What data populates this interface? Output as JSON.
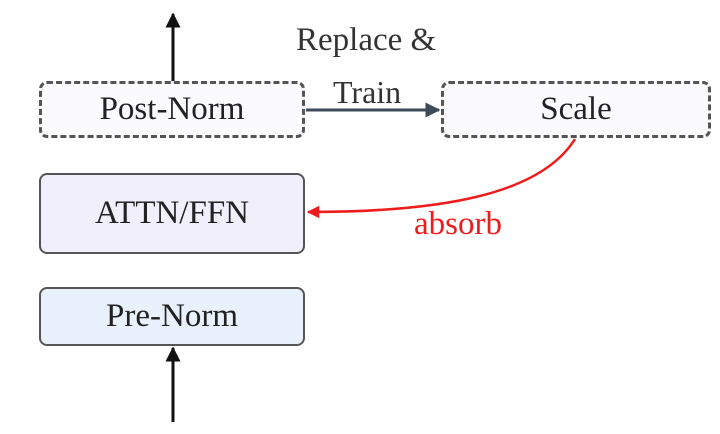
{
  "nodes": {
    "post_norm": "Post-Norm",
    "scale": "Scale",
    "attn_ffn": "ATTN/FFN",
    "pre_norm": "Pre-Norm"
  },
  "edges": {
    "replace_train_line1": "Replace &",
    "replace_train_line2": "Train",
    "absorb": "absorb"
  },
  "colors": {
    "border": "#555555",
    "attn_fill": "#f1effc",
    "prenorm_fill": "#e8f1fc",
    "arrow_dark": "#3d4a57",
    "absorb_red": "#ee1c1c"
  }
}
